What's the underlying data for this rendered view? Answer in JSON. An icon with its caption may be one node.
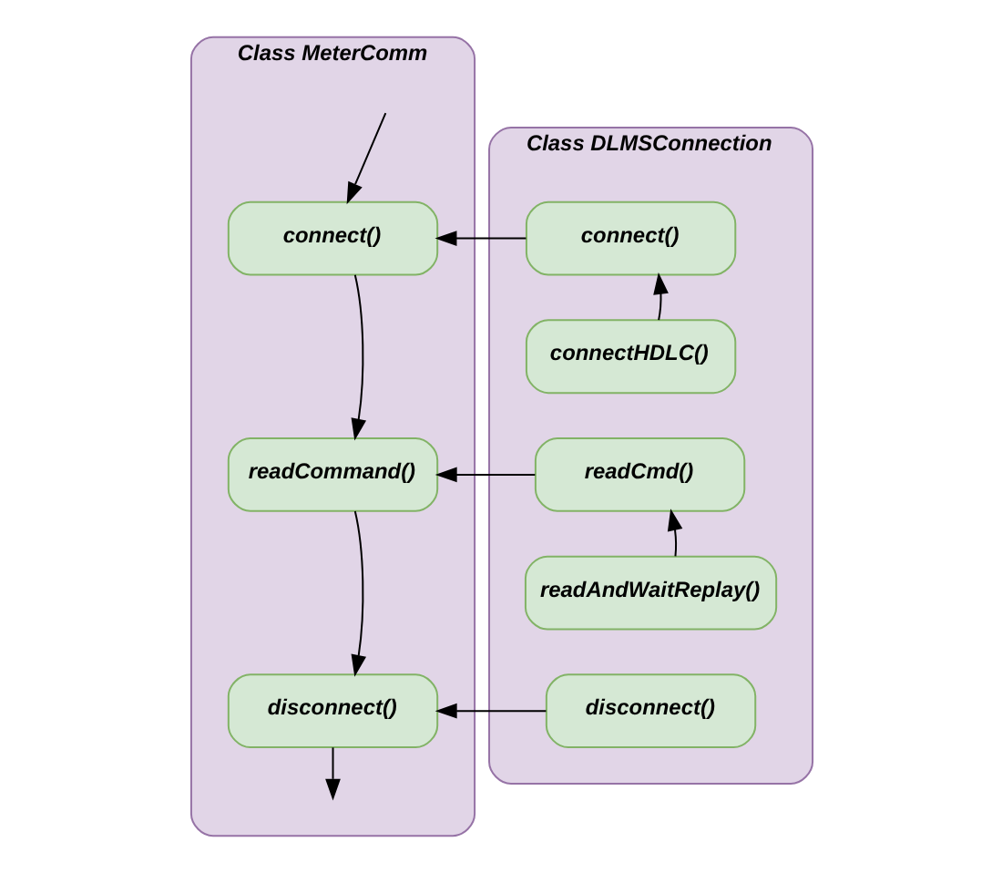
{
  "diagram": {
    "nodes": [
      {
        "text": [
          "Class MeterComm"
        ]
      },
      {
        "text": [
          "connect()"
        ],
        "in": 0
      },
      {
        "text": [
          "readCommand()"
        ],
        "in": 0
      },
      {
        "text": [
          "disconnect()"
        ],
        "in": 0
      },
      {
        "text": [
          "Class DLMSConnection"
        ]
      },
      {
        "text": [
          "connect()"
        ],
        "in": 4
      },
      {
        "text": [
          "connectHDLC()"
        ],
        "in": 4
      },
      {
        "text": [
          "readCmd()"
        ],
        "in": 4
      },
      {
        "text": [
          "readAndWaitReplay()"
        ],
        "in": 4
      },
      {
        "text": [
          "disconnect()"
        ],
        "in": 4
      }
    ],
    "edges": [
      {
        "from": null,
        "to": 1,
        "arrow": "to"
      },
      {
        "from": 1,
        "to": 2,
        "arrow": "to"
      },
      {
        "from": 2,
        "to": 3,
        "arrow": "to"
      },
      {
        "from": 3,
        "to": null,
        "arrow": "to"
      },
      {
        "from": 5,
        "to": 1,
        "arrow": "to"
      },
      {
        "from": 6,
        "to": 5,
        "arrow": "to"
      },
      {
        "from": 7,
        "to": 2,
        "arrow": "to"
      },
      {
        "from": 8,
        "to": 7,
        "arrow": "to"
      },
      {
        "from": 9,
        "to": 3,
        "arrow": "to"
      }
    ]
  }
}
